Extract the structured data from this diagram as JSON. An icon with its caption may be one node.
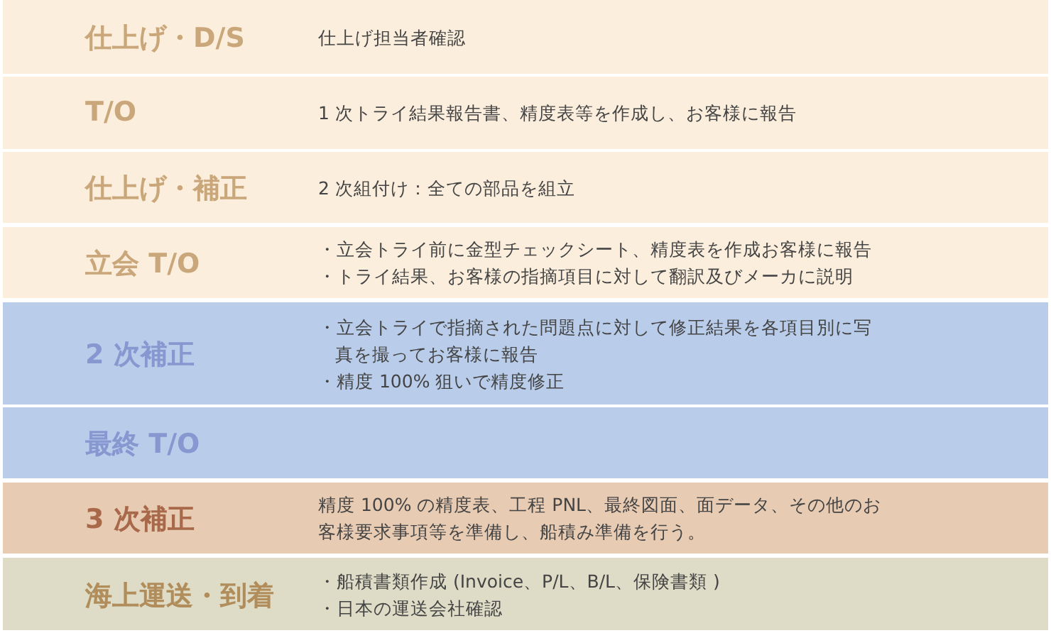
{
  "diagram": {
    "nodes": [
      {
        "text": [
          "仕上げ・D/S",
          "仕上げ担当者確認"
        ]
      },
      {
        "text": [
          "T/O",
          "1 次トライ結果報告書、精度表等を作成し、お客様に報告"
        ]
      },
      {
        "text": [
          "仕上げ・補正",
          "2 次組付け：全ての部品を組立"
        ]
      },
      {
        "text": [
          "立会 T/O",
          "・立会トライ前に金型チェックシート、精度表を作成お客様に報告",
          "・トライ結果、お客様の指摘項目に対して翻訳及びメーカに説明"
        ]
      },
      {
        "text": [
          "2 次補正",
          "・立会トライで指摘された問題点に対して修正結果を各項目別に写真を撮ってお客様に報告",
          "・精度 100% 狙いで精度修正"
        ]
      },
      {
        "text": [
          "最終 T/O"
        ]
      },
      {
        "text": [
          "3 次補正",
          "精度 100% の精度表、工程 PNL、最終図面、面データ、その他のお客様要求事項等を準備し、船積み準備を行う。"
        ]
      },
      {
        "text": [
          "海上運送・到着",
          "・船積書類作成 (Invoice、P/L、B/L、保険書類 )",
          "・日本の運送会社確認"
        ]
      }
    ]
  }
}
